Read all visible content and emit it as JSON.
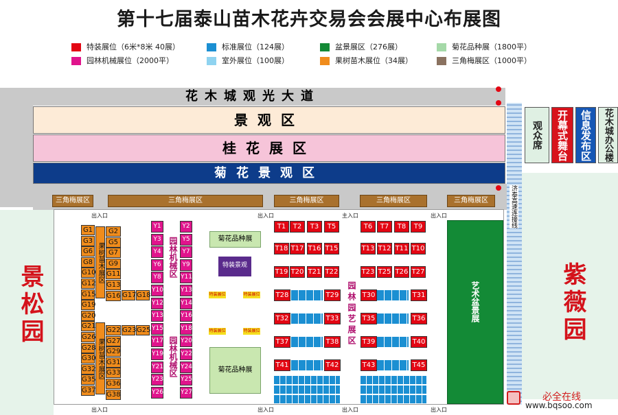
{
  "title": "第十七届泰山苗木花卉交易会会展中心布展图",
  "legend": [
    {
      "label": "特装展位（6米*8米 40展）",
      "color": "#e30613"
    },
    {
      "label": "标准展位（124展）",
      "color": "#1b8fd2"
    },
    {
      "label": "盆景展区（276展）",
      "color": "#138a36"
    },
    {
      "label": "菊花品种展（1800平）",
      "color": "#a5d9a8"
    },
    {
      "label": "园林机械展位（2000平）",
      "color": "#e0148c"
    },
    {
      "label": "室外展位（100展）",
      "color": "#8fd3f0"
    },
    {
      "label": "果树苗木展位（34展）",
      "color": "#f08c1c"
    },
    {
      "label": "三角梅展区（1000平）",
      "color": "#8a7260"
    }
  ],
  "road": "花木城观光大道",
  "bands": [
    "景观区",
    "桂花展区",
    "菊花景观区"
  ],
  "brown_labels": [
    "三角梅展区",
    "三角梅展区",
    "三角梅展区",
    "三角梅展区",
    "三角梅展区"
  ],
  "gates": {
    "out": "出入口",
    "main": "主入口"
  },
  "side_left": "景松园",
  "side_right": "紫薇园",
  "buildings": [
    "观众席",
    "开幕式舞台",
    "信息发布区",
    "花木城办公楼"
  ],
  "highway": "济泰高速连接线",
  "orange_labels": [
    "果树苗木展区",
    "果树苗木展区"
  ],
  "magenta_labels": [
    "园林机械区",
    "园林机械区"
  ],
  "chrysanthemum": "菊花品种展",
  "special": "特装景观",
  "bonsai": "艺术盆景展",
  "garden_art": "园林园艺展区",
  "watermark": "必全在线",
  "watermark_url": "www.bqsoo.com",
  "g_left": [
    "G1",
    "G3",
    "G6",
    "G8",
    "G10",
    "G12",
    "G15",
    "G19",
    "G20",
    "G21",
    "G26",
    "G28",
    "G30",
    "G32",
    "G35",
    "G37"
  ],
  "g_right_top": [
    "G2",
    "G5",
    "G7",
    "G9",
    "G11",
    "G13",
    "G16"
  ],
  "g_mid_row1": [
    "G17",
    "G18"
  ],
  "g_right_bottom": [
    "G22",
    "G27",
    "G29",
    "G31",
    "G33",
    "G36",
    "G38"
  ],
  "g_mid_row2": [
    "G23",
    "G25"
  ],
  "y_col1": [
    "Y1",
    "Y3",
    "Y4",
    "Y6",
    "Y8",
    "Y10",
    "Y12",
    "Y13",
    "Y15",
    "Y17",
    "Y19",
    "Y21",
    "Y23",
    "Y26"
  ],
  "y_col2": [
    "Y2",
    "Y5",
    "Y7",
    "Y9",
    "Y11",
    "Y13",
    "Y14",
    "Y16",
    "Y18",
    "Y20",
    "Y22",
    "Y24",
    "Y25",
    "Y27"
  ],
  "t_rows_left": [
    [
      "T1",
      "T2",
      "T3",
      "T5"
    ],
    [
      "T18",
      "T17",
      "T16",
      "T15"
    ],
    [
      "T19",
      "T20",
      "T21",
      "T22"
    ]
  ],
  "t_rows_right": [
    [
      "T6",
      "T7",
      "T8",
      "T9"
    ],
    [
      "T13",
      "T12",
      "T11",
      "T10"
    ],
    [
      "T23",
      "T25",
      "T26",
      "T27"
    ]
  ],
  "t_pairs": [
    [
      "T28",
      "T29",
      "T30",
      "T31"
    ],
    [
      "T32",
      "T33",
      "T35",
      "T36"
    ],
    [
      "T37",
      "T38",
      "T39",
      "T40"
    ],
    [
      "T41",
      "T42",
      "T43",
      "T45"
    ]
  ],
  "small_tag": "特装展位"
}
